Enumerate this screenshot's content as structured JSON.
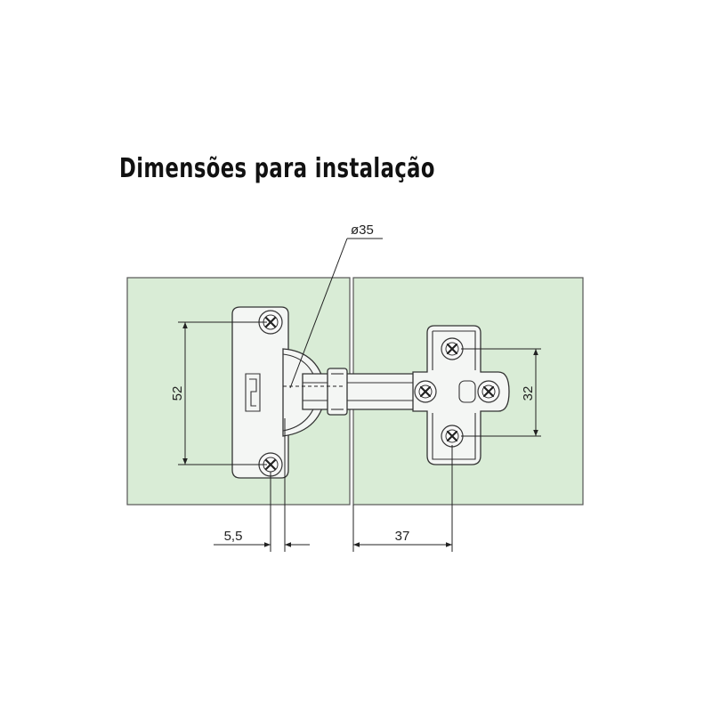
{
  "title": "Dimensões para instalação",
  "dimensions": {
    "cup_diameter": "ø35",
    "hole_spacing_vertical": "52",
    "offset": "5,5",
    "plate_distance": "37",
    "plate_hole_spacing": "32"
  },
  "colors": {
    "panel_fill": "#d9ecd6",
    "line": "#222222"
  }
}
